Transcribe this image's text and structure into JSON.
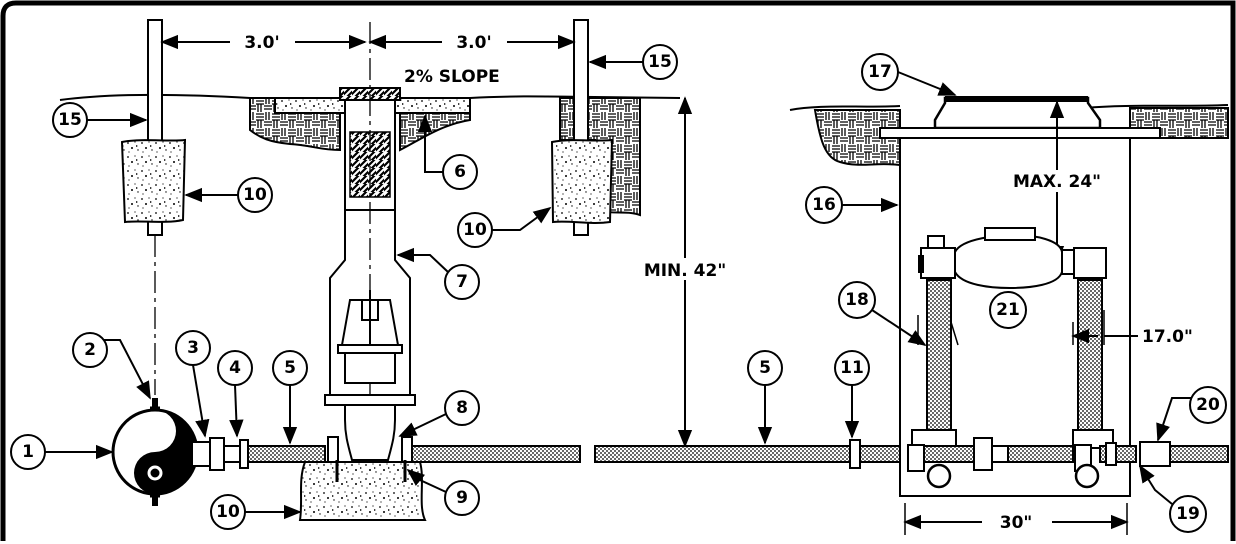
{
  "dimensions": {
    "left_spacing": "3.0'",
    "right_spacing": "3.0'",
    "slope": "2% SLOPE",
    "min_depth": "MIN. 42\"",
    "max_depth": "MAX. 24\"",
    "riser_spacing": "17.0\"",
    "box_width": "30\""
  },
  "callouts": {
    "c1": "1",
    "c2": "2",
    "c3": "3",
    "c4": "4",
    "c5a": "5",
    "c5b": "5",
    "c6": "6",
    "c7": "7",
    "c8": "8",
    "c9": "9",
    "c10a": "10",
    "c10b": "10",
    "c10c": "10",
    "c11": "11",
    "c15a": "15",
    "c15b": "15",
    "c16": "16",
    "c17": "17",
    "c18": "18",
    "c19": "19",
    "c20": "20",
    "c21": "21"
  },
  "colors": {
    "ink": "#000000",
    "paper": "#ffffff"
  }
}
